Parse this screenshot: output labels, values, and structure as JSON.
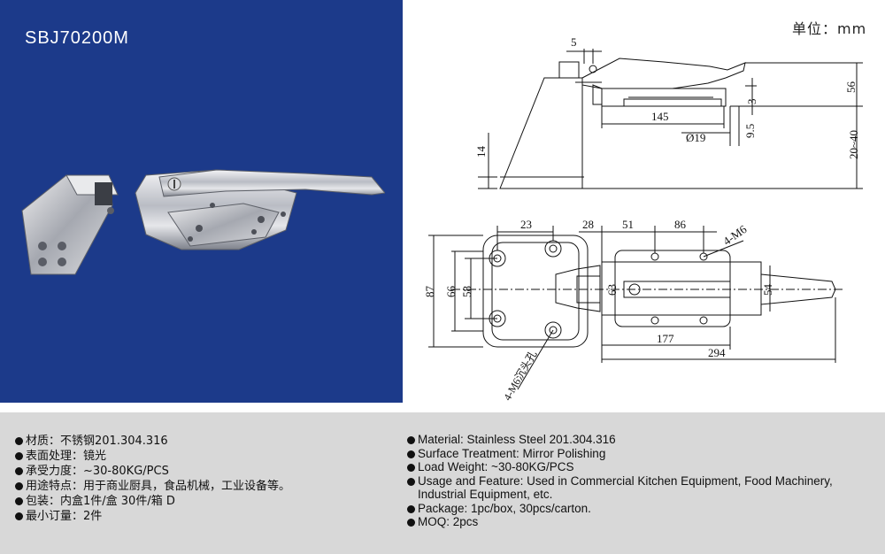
{
  "product": {
    "model": "SBJ70200M"
  },
  "drawing": {
    "unit": "单位：mm",
    "side_view": {
      "dims": [
        "5",
        "56",
        "3",
        "145",
        "Ø19",
        "9.5",
        "20~40",
        "14"
      ]
    },
    "top_view": {
      "dims": [
        "23",
        "28",
        "51",
        "86",
        "4-M6",
        "87",
        "66",
        "58",
        "63",
        "54",
        "177",
        "294",
        "4-M6沉头孔"
      ]
    }
  },
  "specs_cn": [
    "材质：不锈钢201.304.316",
    "表面处理：镜光",
    "承受力度：~30-80KG/PCS",
    "用途特点：用于商业厨具，食品机械，工业设备等。",
    "包装：内盒1件/盒 30件/箱  D",
    "最小订量：2件"
  ],
  "specs_en": [
    "Material: Stainless Steel 201.304.316",
    "Surface Treatment: Mirror Polishing",
    "Load Weight: ~30-80KG/PCS",
    "Usage and Feature: Used in Commercial Kitchen Equipment, Food Machinery, Industrial Equipment, etc.",
    "Package: 1pc/box, 30pcs/carton.",
    "MOQ: 2pcs"
  ]
}
